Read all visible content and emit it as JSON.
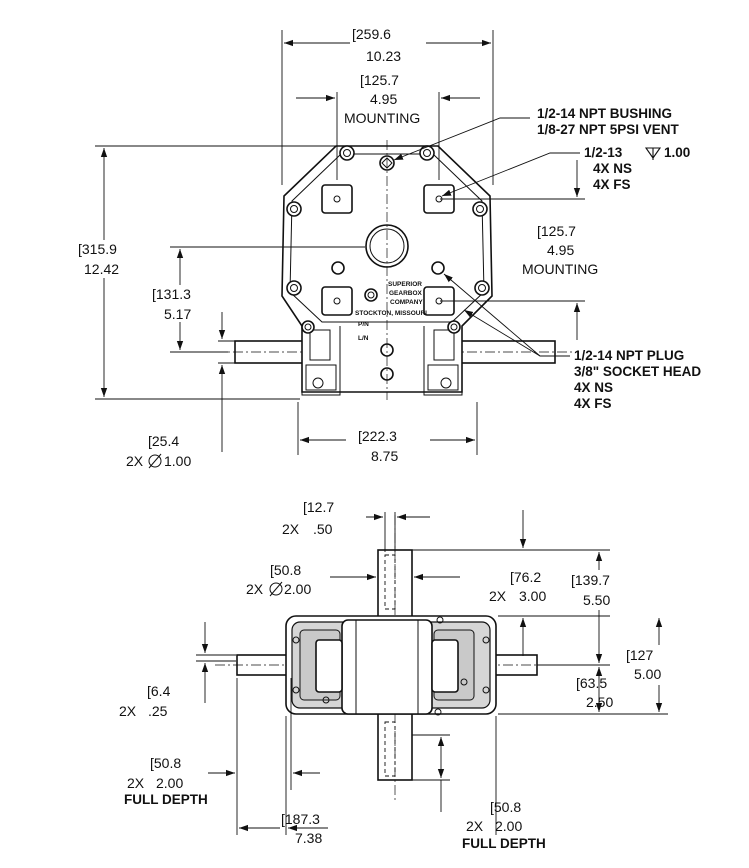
{
  "front_view": {
    "width_overall": {
      "mm": "[259.6",
      "in": "10.23"
    },
    "mounting_top": {
      "mm": "[125.7",
      "in": "4.95",
      "label": "MOUNTING"
    },
    "callout_bushing": {
      "line1": "1/2-14 NPT BUSHING",
      "line2": "1/8-27 NPT 5PSI VENT"
    },
    "callout_tap": {
      "line1": "1/2-13",
      "depth": "1.00",
      "line2": "4X NS",
      "line3": "4X FS"
    },
    "height_overall": {
      "mm": "[315.9",
      "in": "12.42"
    },
    "mounting_side": {
      "mm": "[125.7",
      "in": "4.95",
      "label": "MOUNTING"
    },
    "shaft_height": {
      "mm": "[131.3",
      "in": "5.17"
    },
    "callout_plug": {
      "line1": "1/2-14 NPT PLUG",
      "line2": "3/8\" SOCKET HEAD",
      "line3": "4X NS",
      "line4": "4X FS"
    },
    "shaft_dia": {
      "mm": "[25.4",
      "prefix": "2X",
      "in": "1.00"
    },
    "base_width": {
      "mm": "[222.3",
      "in": "8.75"
    },
    "nameplate": {
      "l1": "SUPERIOR",
      "l2": "GEARBOX",
      "l3": "COMPANY",
      "l4": "STOCKTON, MISSOURI",
      "l5": "P/N",
      "l6": "L/N"
    }
  },
  "top_view": {
    "key_width": {
      "mm": "[12.7",
      "prefix": "2X",
      "in": ".50"
    },
    "shaft_dia": {
      "mm": "[50.8",
      "prefix": "2X",
      "in": "2.00"
    },
    "shaft_len": {
      "mm": "[76.2",
      "prefix": "2X",
      "in": "3.00"
    },
    "overall_shaft": {
      "mm": "[139.7",
      "in": "5.50"
    },
    "body_depth": {
      "mm": "[127",
      "in": "5.00"
    },
    "half_depth": {
      "mm": "[63.5",
      "in": "2.50"
    },
    "key_depth": {
      "mm": "[6.4",
      "prefix": "2X",
      "in": ".25"
    },
    "keyway_left": {
      "mm": "[50.8",
      "prefix": "2X",
      "in": "2.00",
      "note": "FULL DEPTH"
    },
    "body_width": {
      "mm": "[187.3",
      "in": "7.38"
    },
    "keyway_bottom": {
      "mm": "[50.8",
      "prefix": "2X",
      "in": "2.00",
      "note": "FULL DEPTH"
    }
  }
}
